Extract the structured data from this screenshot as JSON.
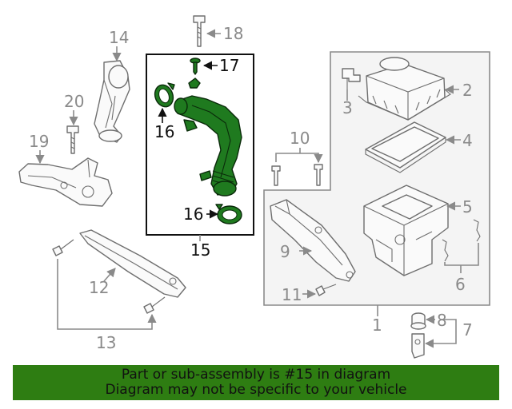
{
  "callouts": {
    "c1": "1",
    "c2": "2",
    "c3": "3",
    "c4": "4",
    "c5": "5",
    "c6": "6",
    "c7": "7",
    "c8": "8",
    "c9": "9",
    "c10": "10",
    "c11": "11",
    "c12": "12",
    "c13": "13",
    "c14": "14",
    "c15": "15",
    "c16a": "16",
    "c16b": "16",
    "c17": "17",
    "c18": "18",
    "c19": "19",
    "c20": "20"
  },
  "banner": {
    "line1": "Part or sub-assembly is #15 in diagram",
    "line2": "Diagram may not be specific to your vehicle"
  },
  "colors": {
    "highlight_part": "#1f7a1f",
    "banner_bg": "#2e7d12",
    "callout_gray": "#8a8a8a"
  }
}
